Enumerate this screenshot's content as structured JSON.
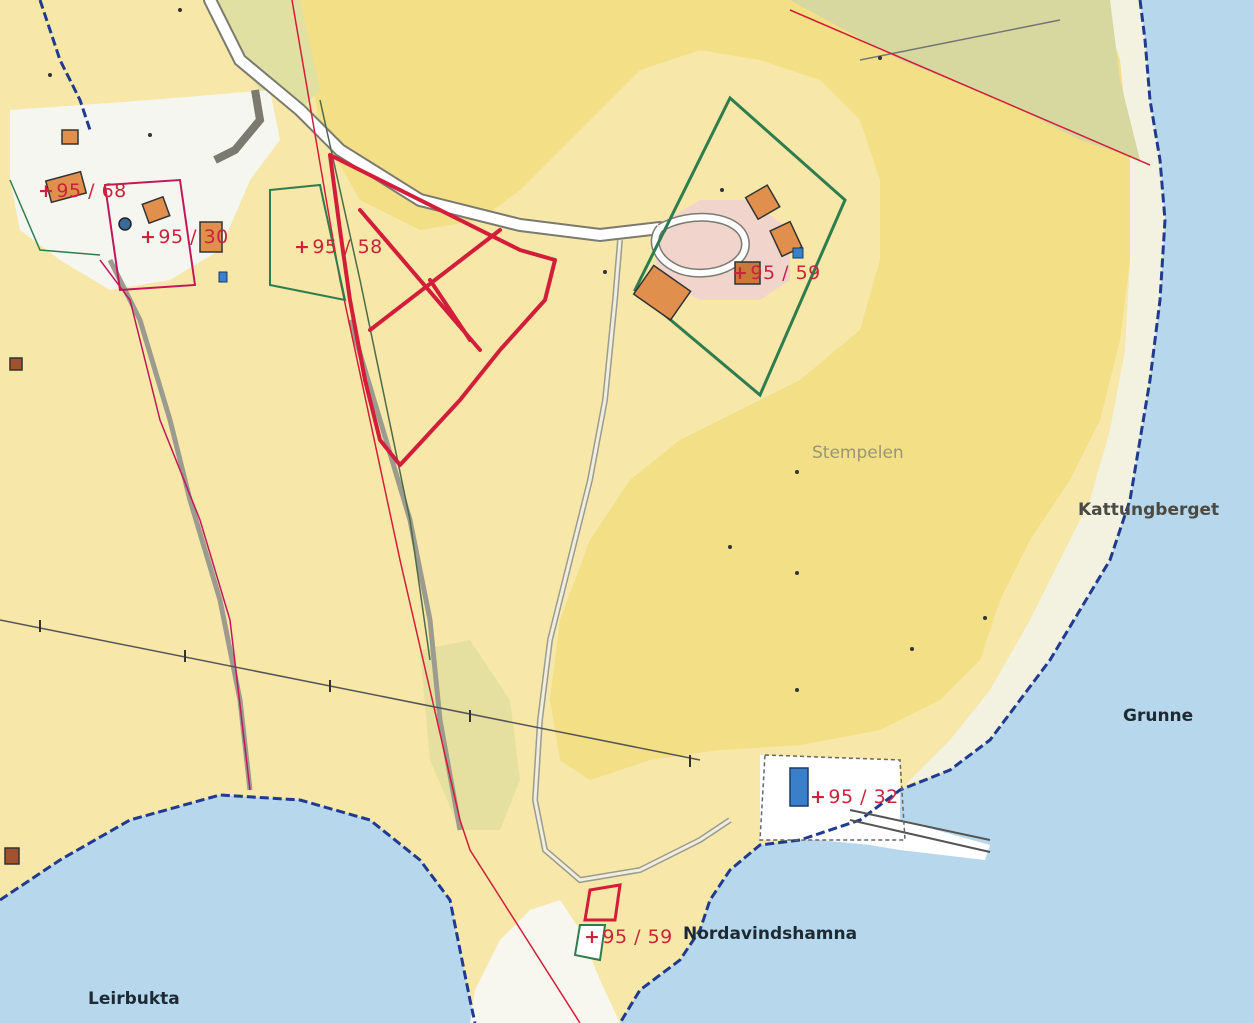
{
  "map": {
    "place_names": {
      "stempelen": "Stempelen",
      "kattungberget": "Kattungberget",
      "grunne": "Grunne",
      "leirbukta": "Leirbukta",
      "nordavindshamna": "Nordavindshamna"
    },
    "parcel_plus": "+",
    "parcels": {
      "p68": "95 / 68",
      "p30": "95 / 30",
      "p58": "95 / 58",
      "p59_north": "95 / 59",
      "p32": "95 / 32",
      "p59_south": "95 / 59"
    },
    "colors": {
      "sea": "#b7d8ec",
      "land": "#f7e7a8",
      "field": "#f2df86",
      "coastline": "#1f3a8f",
      "parcel_boundary": "#d21e3a",
      "green_boundary": "#2e7d4f",
      "building": "#e0904c",
      "blue_building": "#3a7fc9",
      "path": "#9b9b8f",
      "road": "#ffffff"
    }
  }
}
